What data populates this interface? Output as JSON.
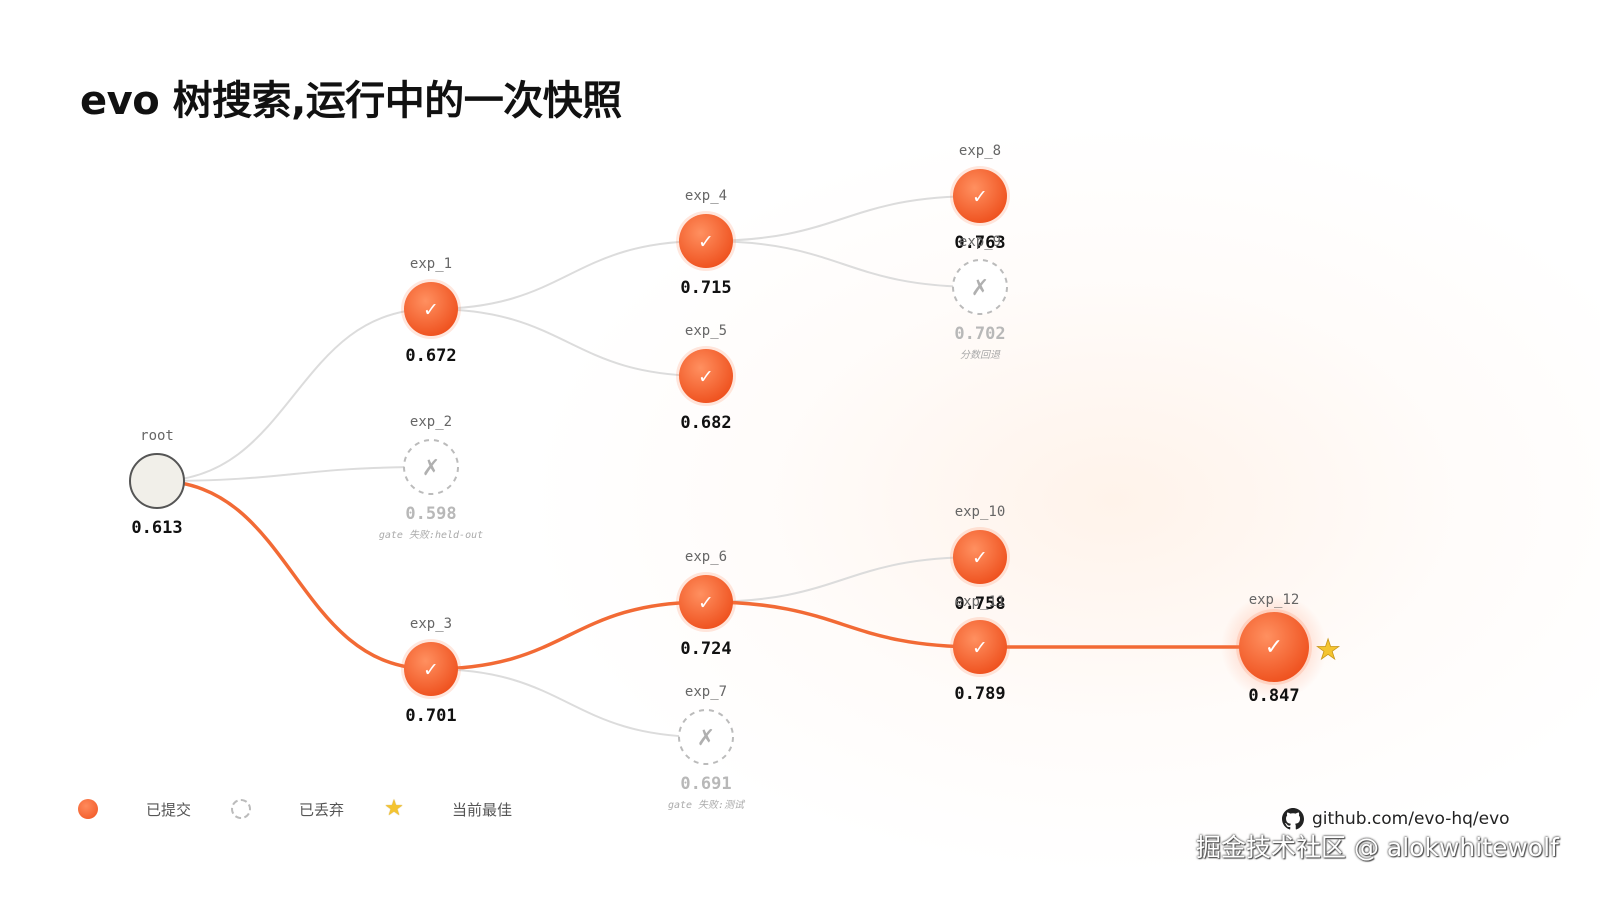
{
  "title": "evo 树搜索,运行中的一次快照",
  "colors": {
    "accent": "#f26430",
    "edge_best": "#f26a35",
    "edge_normal": "#dcdcdc",
    "discarded": "#bbbbbb",
    "star": "#f4c430"
  },
  "nodes": [
    {
      "id": "root",
      "label": "root",
      "score": "0.613",
      "status": "root"
    },
    {
      "id": "exp_1",
      "label": "exp_1",
      "score": "0.672",
      "status": "committed"
    },
    {
      "id": "exp_2",
      "label": "exp_2",
      "score": "0.598",
      "status": "discarded",
      "note": "gate 失败:held-out"
    },
    {
      "id": "exp_3",
      "label": "exp_3",
      "score": "0.701",
      "status": "committed"
    },
    {
      "id": "exp_4",
      "label": "exp_4",
      "score": "0.715",
      "status": "committed"
    },
    {
      "id": "exp_5",
      "label": "exp_5",
      "score": "0.682",
      "status": "committed"
    },
    {
      "id": "exp_6",
      "label": "exp_6",
      "score": "0.724",
      "status": "committed"
    },
    {
      "id": "exp_7",
      "label": "exp_7",
      "score": "0.691",
      "status": "discarded",
      "note": "gate 失败:测试"
    },
    {
      "id": "exp_8",
      "label": "exp_8",
      "score": "0.763",
      "status": "committed"
    },
    {
      "id": "exp_9",
      "label": "exp_9",
      "score": "0.702",
      "status": "discarded",
      "note": "分数回退"
    },
    {
      "id": "exp_10",
      "label": "exp_10",
      "score": "0.758",
      "status": "committed"
    },
    {
      "id": "exp_11",
      "label": "exp_11",
      "score": "0.789",
      "status": "committed"
    },
    {
      "id": "exp_12",
      "label": "exp_12",
      "score": "0.847",
      "status": "best"
    }
  ],
  "edges": [
    {
      "from": "root",
      "to": "exp_1",
      "best": false
    },
    {
      "from": "root",
      "to": "exp_2",
      "best": false
    },
    {
      "from": "root",
      "to": "exp_3",
      "best": true
    },
    {
      "from": "exp_1",
      "to": "exp_4",
      "best": false
    },
    {
      "from": "exp_1",
      "to": "exp_5",
      "best": false
    },
    {
      "from": "exp_3",
      "to": "exp_6",
      "best": true
    },
    {
      "from": "exp_3",
      "to": "exp_7",
      "best": false
    },
    {
      "from": "exp_4",
      "to": "exp_8",
      "best": false
    },
    {
      "from": "exp_4",
      "to": "exp_9",
      "best": false
    },
    {
      "from": "exp_6",
      "to": "exp_10",
      "best": false
    },
    {
      "from": "exp_6",
      "to": "exp_11",
      "best": true
    },
    {
      "from": "exp_11",
      "to": "exp_12",
      "best": true
    }
  ],
  "icons": {
    "committed": "check-icon",
    "discarded": "cross-icon",
    "best": "star-icon"
  },
  "legend": {
    "committed": "已提交",
    "discarded": "已丢弃",
    "best": "当前最佳"
  },
  "footer": {
    "repo": "github.com/evo-hq/evo",
    "watermark": "掘金技术社区 @ alokwhitewolf"
  }
}
